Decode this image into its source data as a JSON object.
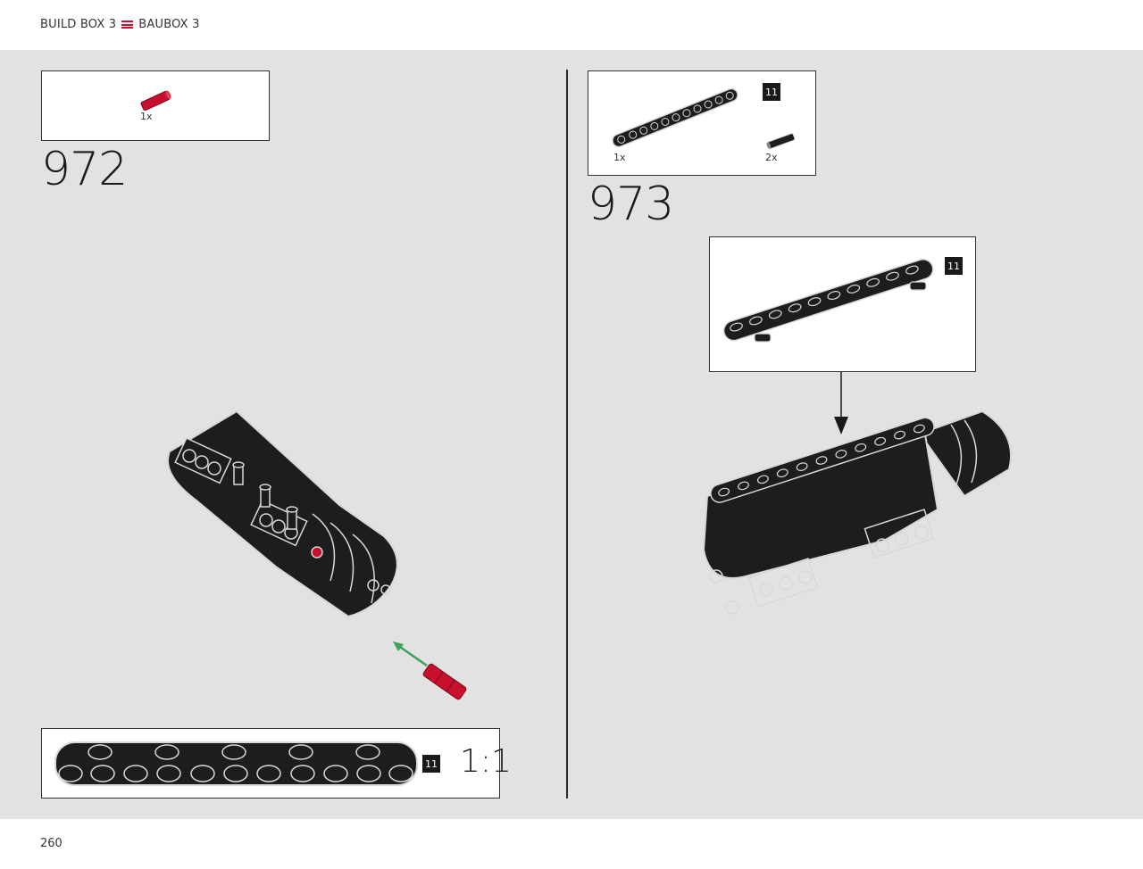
{
  "header": {
    "left_label": "BUILD BOX 3",
    "right_label": "BAUBOX 3",
    "icon": "menu-icon"
  },
  "footer": {
    "page_number": "260"
  },
  "step_972": {
    "number": "972",
    "parts": [
      {
        "qty": "1x",
        "part": "red-axle-connector"
      }
    ]
  },
  "step_973": {
    "number": "973",
    "parts": [
      {
        "qty": "1x",
        "part": "black-beam",
        "length": "11"
      },
      {
        "qty": "2x",
        "part": "pin-with-friction"
      }
    ],
    "callout_length": "11"
  },
  "scale_guide": {
    "length": "11",
    "ratio": "1:1"
  },
  "colors": {
    "brick_black": "#1d1d1d",
    "brick_red": "#c8102e",
    "arrow_green": "#3aa35a",
    "background": "#e2e2e2"
  }
}
